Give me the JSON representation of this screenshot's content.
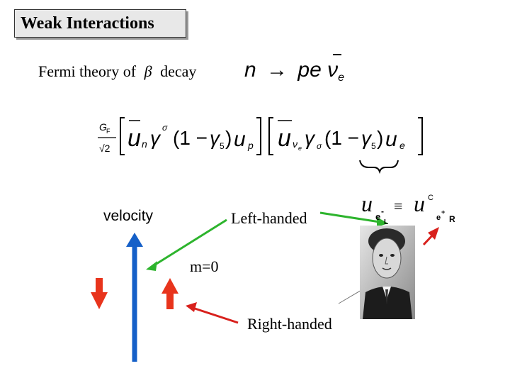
{
  "title": "Weak Interactions",
  "fermi": {
    "text_before": "Fermi theory of",
    "beta": "β",
    "text_after": "decay"
  },
  "reaction": {
    "n": "n",
    "arrow": "→",
    "p": "p",
    "e": "e",
    "nu": "ν",
    "nu_sub": "e"
  },
  "formula": {
    "gf_top": "G",
    "gf_sub": "F",
    "sqrt2": "√2",
    "u": "u",
    "n": "n",
    "gamma": "γ",
    "sigma": "σ",
    "one_minus": "(1 −",
    "gamma5": "γ",
    "five": "5",
    "close": ")",
    "p": "p",
    "nu_e": "ν",
    "e_sub": "e",
    "e": "e"
  },
  "ueq": {
    "u": "u",
    "e_minus": "e",
    "minus": "-",
    "L": "L",
    "equiv": "≡",
    "u2": "u",
    "C": "C",
    "e_plus": "e",
    "plus": "+",
    "R": "R"
  },
  "velocity": "velocity",
  "left_handed": "Left-handed",
  "m0": "m=0",
  "right_handed": "Right-handed",
  "colors": {
    "blue_arrow": "#1560c8",
    "red_arrow": "#e8341c",
    "green_line": "#2db42d",
    "red_line": "#d8201c"
  },
  "portrait_icon": "physicist-portrait"
}
